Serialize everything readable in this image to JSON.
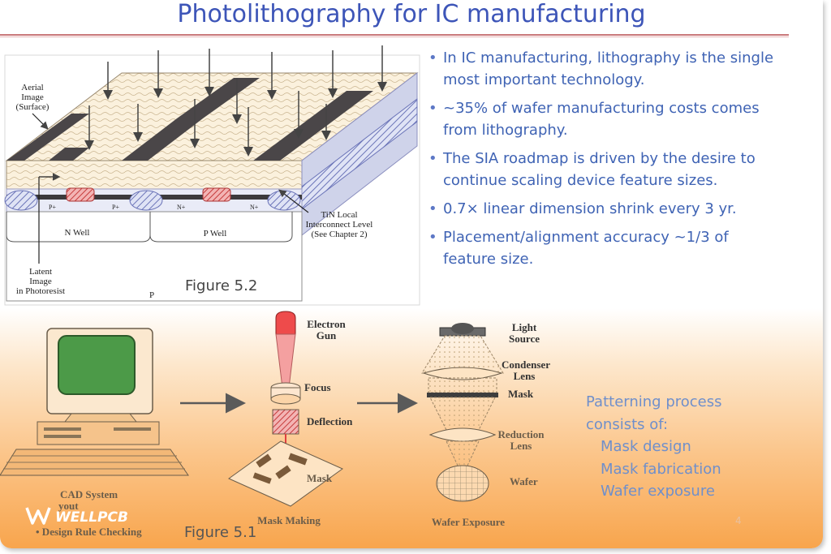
{
  "slide": {
    "title": "Photolithography  for IC manufacturing",
    "bullets": [
      "In IC manufacturing, lithography is the single most important technology.",
      "~35% of wafer manufacturing costs comes from lithography.",
      "The SIA roadmap is driven by the desire to continue scaling device feature sizes.",
      "0.7× linear dimension shrink every 3 yr.",
      "Placement/alignment accuracy ~1/3 of feature size."
    ],
    "page_number": "4",
    "logo_text": "WELLPCB"
  },
  "figure_5_2": {
    "caption": "Figure 5.2",
    "labels": {
      "aerial_1": "Aerial",
      "aerial_2": "Image",
      "aerial_3": "(Surface)",
      "latent_1": "Latent",
      "latent_2": "Image",
      "latent_3": "in Photoresist",
      "n_well": "N Well",
      "p_well": "P Well",
      "p_sub": "P",
      "tin_1": "TiN Local",
      "tin_2": "Interconnect Level",
      "tin_3": "(See Chapter 2)",
      "pplus_1": "P+",
      "pplus_2": "P+",
      "nplus_1": "N+",
      "nplus_2": "N+"
    }
  },
  "figure_5_1": {
    "caption": "Figure 5.1",
    "cad_label": "CAD System",
    "cad_sub_1": "yout",
    "cad_sub_2": "• Design Rule Checking",
    "electron_gun_1": "Electron",
    "electron_gun_2": "Gun",
    "focus": "Focus",
    "deflection": "Deflection",
    "mask": "Mask",
    "mask_making": "Mask Making",
    "light_source_1": "Light",
    "light_source_2": "Source",
    "condenser_1": "Condenser",
    "condenser_2": "Lens",
    "mask_2": "Mask",
    "reduction_1": "Reduction",
    "reduction_2": "Lens",
    "wafer": "Wafer",
    "wafer_exposure": "Wafer Exposure"
  },
  "patterning": {
    "heading_1": "Patterning process",
    "heading_2": "consists of:",
    "steps": [
      "Mask design",
      "Mask fabrication",
      "Wafer exposure"
    ]
  }
}
